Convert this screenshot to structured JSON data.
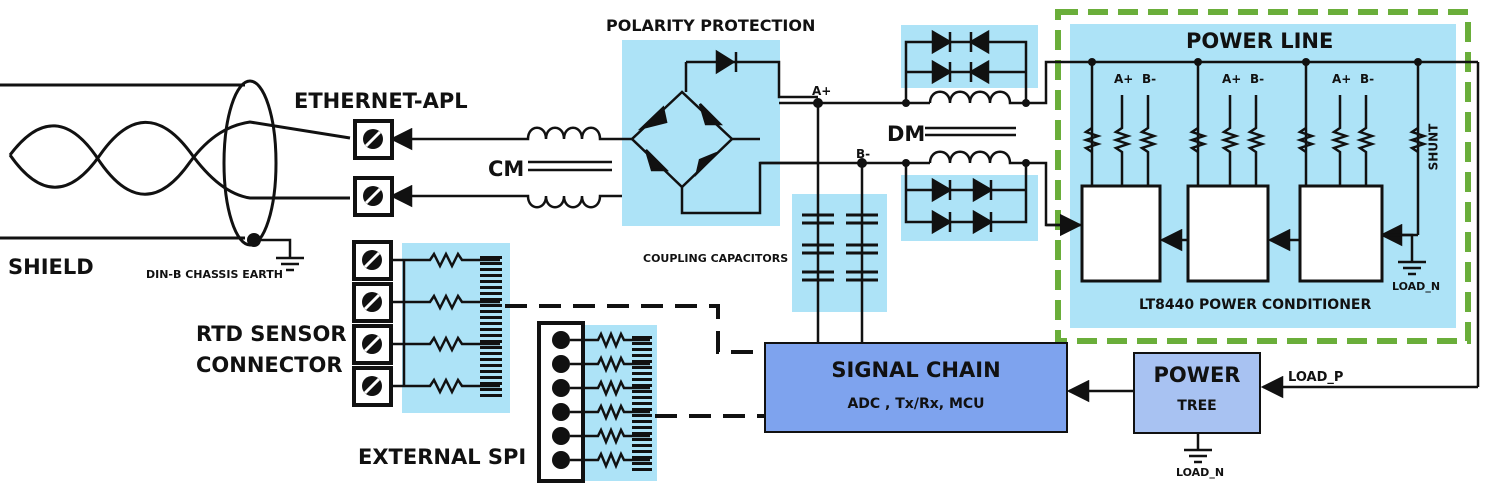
{
  "labels": {
    "shield": "SHIELD",
    "ethernet_apl": "ETHERNET-APL",
    "chassis_earth": "DIN-B CHASSIS EARTH",
    "cm": "CM",
    "dm": "DM",
    "polarity_protection": "POLARITY PROTECTION",
    "a_plus": "A+",
    "b_minus": "B-",
    "coupling_capacitors": "COUPLING CAPACITORS",
    "rtd_sensor_line1": "RTD SENSOR",
    "rtd_sensor_line2": "CONNECTOR",
    "external_spi": "EXTERNAL SPI",
    "power_line": "POWER LINE",
    "shunt": "SHUNT",
    "lt8440": "LT8440 POWER CONDITIONER",
    "load_n_top": "LOAD_N",
    "load_p": "LOAD_P",
    "load_n_bottom": "LOAD_N",
    "signal_chain_title": "SIGNAL CHAIN",
    "signal_chain_sub": "ADC , Tx/Rx,  MCU",
    "power_tree_title": "POWER",
    "power_tree_sub": "TREE",
    "conditioner_channels": [
      "A+",
      "B-",
      "A+",
      "B-",
      "A+",
      "B-"
    ]
  },
  "colors": {
    "block_light": "#ADE3F7",
    "signal_chain": "#7EA3EE",
    "power_tree": "#A8C2F2",
    "dashed_border": "#6AAE3A",
    "line": "#111111"
  }
}
